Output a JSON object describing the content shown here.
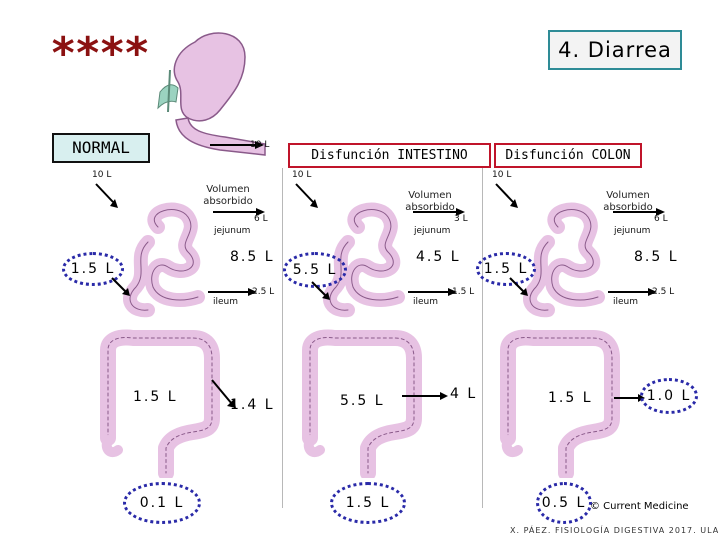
{
  "header": {
    "stars": "****",
    "slide_title": "4. Diarrea",
    "normal_label": "NORMAL"
  },
  "panels": {
    "intestino_title": "Disfunción INTESTINO",
    "colon_title": "Disfunción COLON"
  },
  "stomach": {
    "input_label": "10 L"
  },
  "small_intestine": {
    "input_label": "10 L",
    "jejunum_label": "jejunum",
    "ileum_label": "ileum",
    "volumen_label": "Volumen absorbido",
    "normal": {
      "jejunum_out": "6 L",
      "ileum_out": "2.5 L"
    },
    "intestino": {
      "jejunum_out": "3 L",
      "ileum_out": "1.5 L"
    },
    "colon": {
      "jejunum_out": "6 L",
      "ileum_out": "2.5 L"
    }
  },
  "volumes": {
    "normal_absorbed_si": "8.5 L",
    "normal_to_colon": "1.5 L",
    "normal_colon_in": "1.5 L",
    "normal_colon_absorbed": "1.4 L",
    "normal_feces": "0.1 L",
    "intestino_absorbed_si": "4.5 L",
    "intestino_to_colon": "5.5 L",
    "intestino_colon_in": "5.5 L",
    "intestino_colon_absorbed": "4 L",
    "intestino_feces": "1.5 L",
    "colon_absorbed_si": "8.5 L",
    "colon_to_colon": "1.5 L",
    "colon_colon_in": "1.5 L",
    "colon_colon_absorbed": "1.0 L",
    "colon_feces": "0.5 L"
  },
  "credits": {
    "source": "© Current Medicine",
    "footer": "X. PÁEZ. FISIOLOGÍA DIGESTIVA 2017. ULA"
  },
  "colors": {
    "organ_fill": "#e7c2e3",
    "organ_stroke": "#8a5a8a",
    "ring_dotted": "#2a2aa8",
    "header_border": "#c0142a",
    "title_border": "#2e8b96",
    "stars": "#8b1111"
  }
}
